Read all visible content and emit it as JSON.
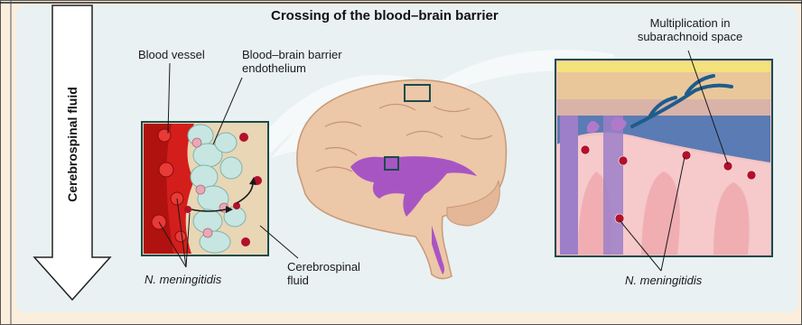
{
  "title": "Crossing of the blood–brain barrier",
  "arrow_label": "Cerebrospinal fluid",
  "labels": {
    "blood_vessel": "Blood vessel",
    "bbb_endothelium_line1": "Blood–brain barrier",
    "bbb_endothelium_line2": "endothelium",
    "n_meningitidis_left": "N. meningitidis",
    "csf_line1": "Cerebrospinal",
    "csf_line2": "fluid",
    "multiplication_line1": "Multiplication in",
    "multiplication_line2": "subarachnoid space",
    "n_meningitidis_right": "N. meningitidis"
  },
  "colors": {
    "page_background": "#fbeedd",
    "panel_background": "#e9f1f3",
    "brain": "#ecc7a8",
    "ventricles": "#a855c4",
    "blood": "#c8211e",
    "endothelium": "#bfe3de",
    "bacteria": "#b3102a"
  }
}
